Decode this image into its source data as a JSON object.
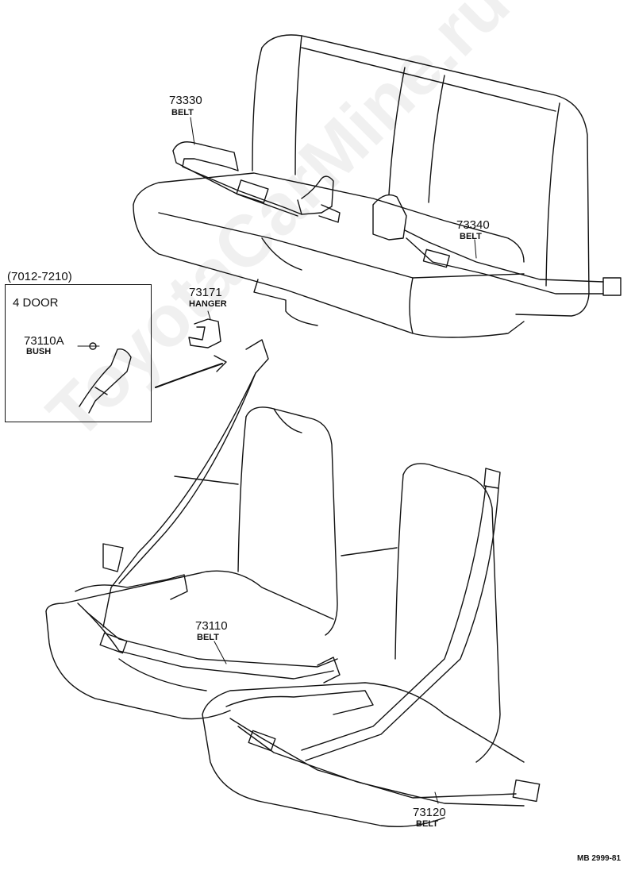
{
  "watermark": "ToyotaCarMine.ru",
  "inset": {
    "range": "(7012-7210)",
    "body_type": "4 DOOR"
  },
  "parts": [
    {
      "id": "p73330",
      "number": "73330",
      "name": "BELT"
    },
    {
      "id": "p73340",
      "number": "73340",
      "name": "BELT"
    },
    {
      "id": "p73171",
      "number": "73171",
      "name": "HANGER"
    },
    {
      "id": "p73110A",
      "number": "73110A",
      "name": "BUSH"
    },
    {
      "id": "p73110",
      "number": "73110",
      "name": "BELT"
    },
    {
      "id": "p73120",
      "number": "73120",
      "name": "BELT"
    }
  ],
  "diagram_code": "MB 2999-81"
}
